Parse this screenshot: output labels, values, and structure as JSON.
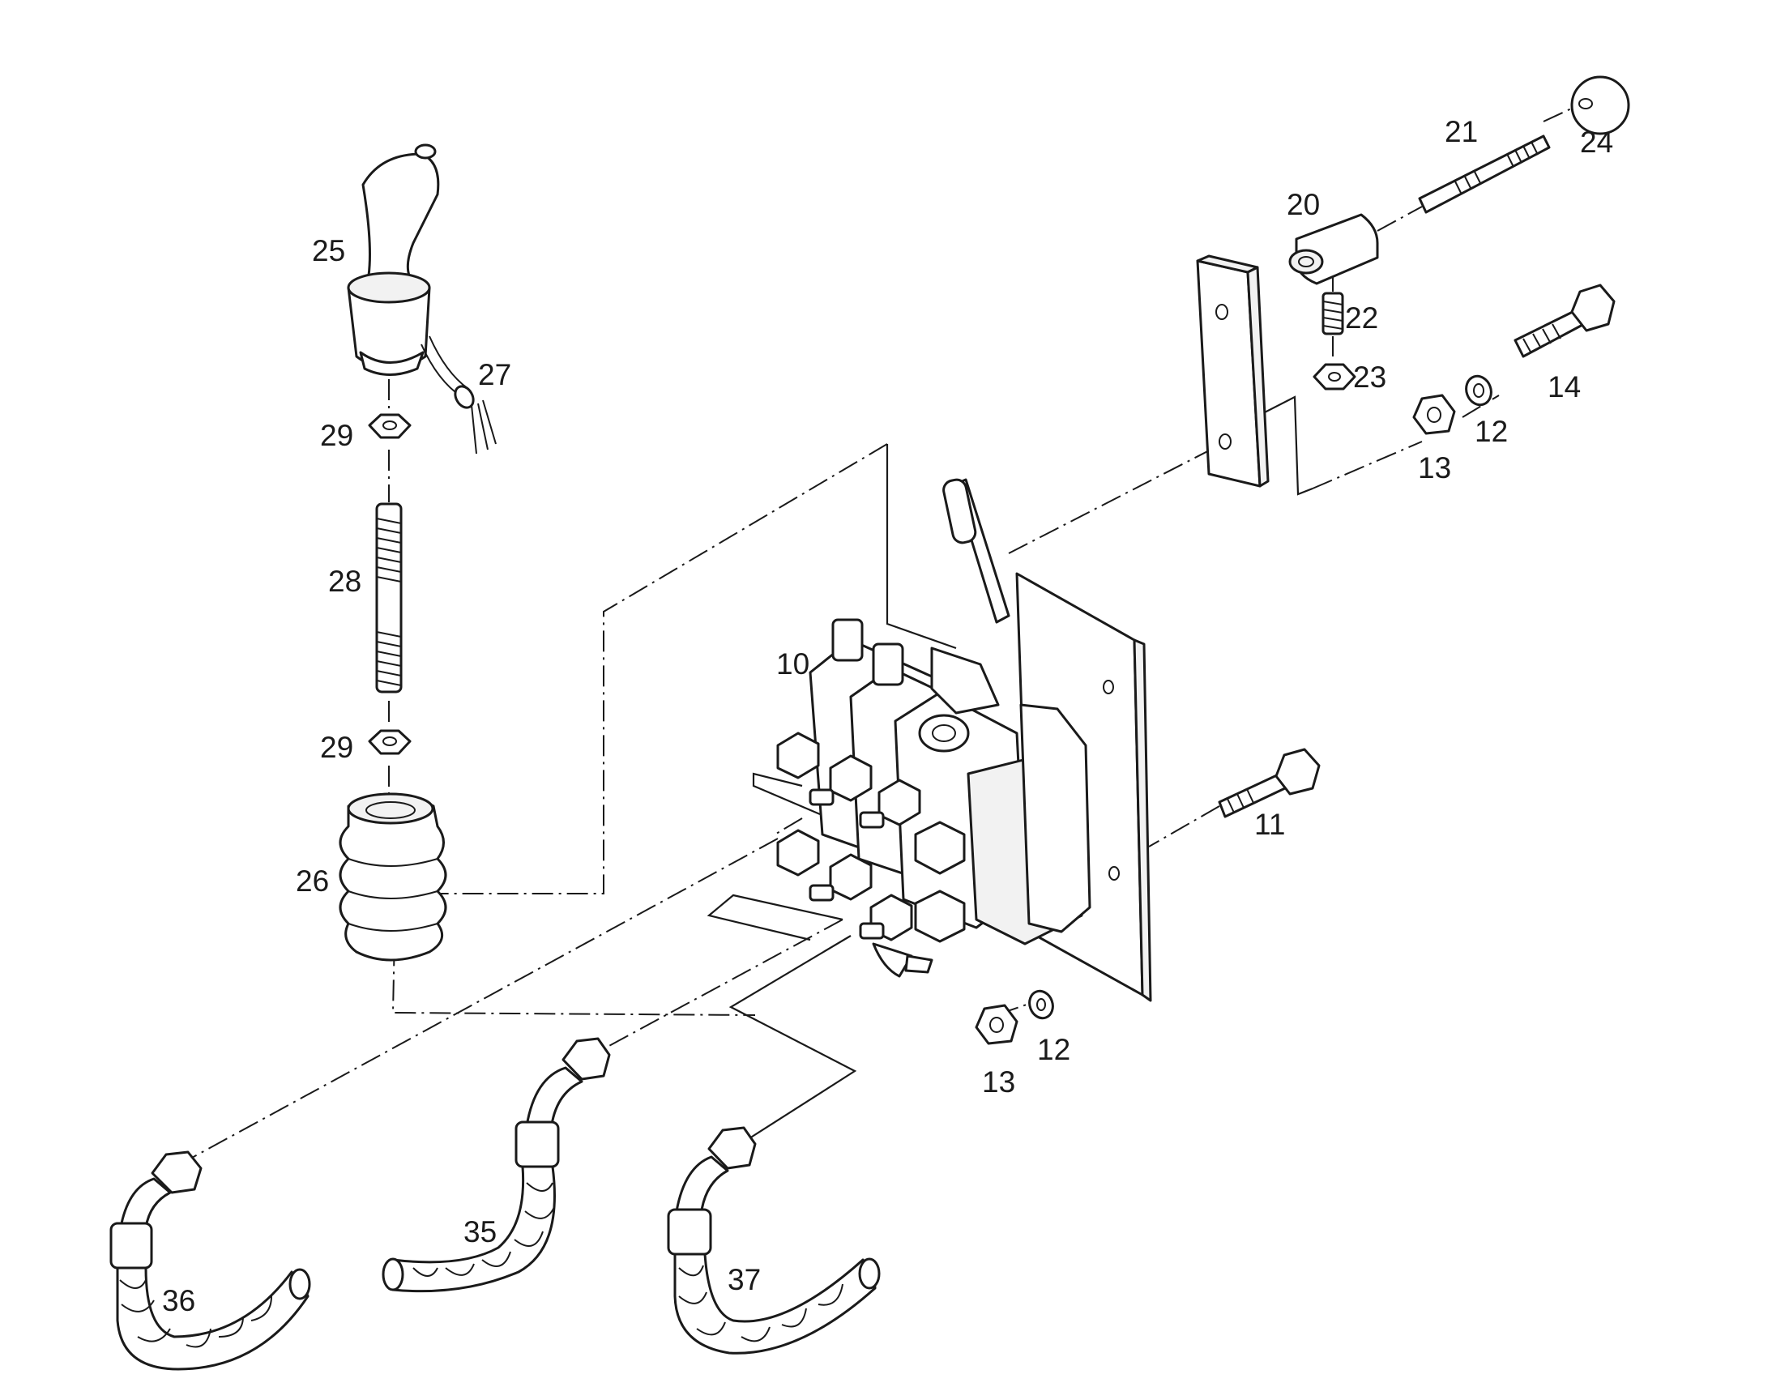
{
  "callouts": {
    "p10": "10",
    "p11": "11",
    "p12a": "12",
    "p12b": "12",
    "p13a": "13",
    "p13b": "13",
    "p14": "14",
    "p20": "20",
    "p21": "21",
    "p22": "22",
    "p23": "23",
    "p24": "24",
    "p25": "25",
    "p26": "26",
    "p27": "27",
    "p28": "28",
    "p29a": "29",
    "p29b": "29",
    "p35": "35",
    "p36": "36",
    "p37": "37"
  }
}
